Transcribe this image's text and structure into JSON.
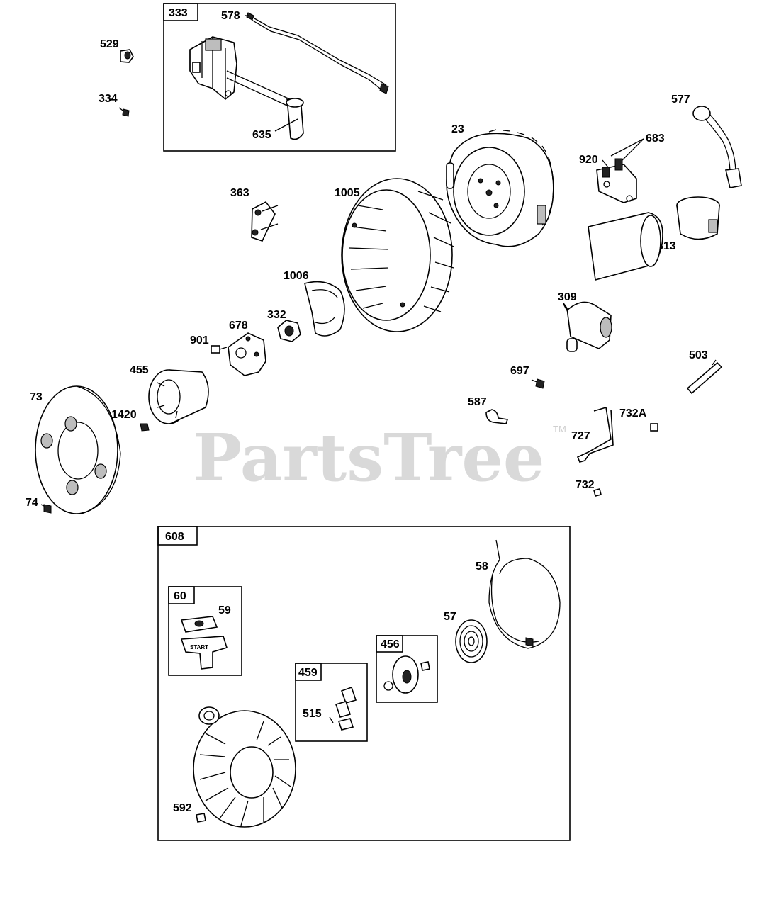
{
  "watermark": {
    "text": "PartsTree",
    "trademark": "TM"
  },
  "kit_boxes": {
    "b333": "333",
    "b608": "608",
    "b60": "60",
    "b459": "459",
    "b456": "456"
  },
  "callouts": {
    "p578": "578",
    "p529": "529",
    "p334": "334",
    "p635": "635",
    "p577": "577",
    "p23": "23",
    "p683": "683",
    "p920": "920",
    "p363": "363",
    "p1005": "1005",
    "p813": "813",
    "p1006": "1006",
    "p309": "309",
    "p332": "332",
    "p678": "678",
    "p901": "901",
    "p455": "455",
    "p503": "503",
    "p697": "697",
    "p73": "73",
    "p587": "587",
    "p1420": "1420",
    "p732A": "732A",
    "p727": "727",
    "p74": "74",
    "p732": "732",
    "p58": "58",
    "p59": "59",
    "p57": "57",
    "p515": "515",
    "p592": "592"
  },
  "part_text": {
    "start_handle": "START"
  }
}
